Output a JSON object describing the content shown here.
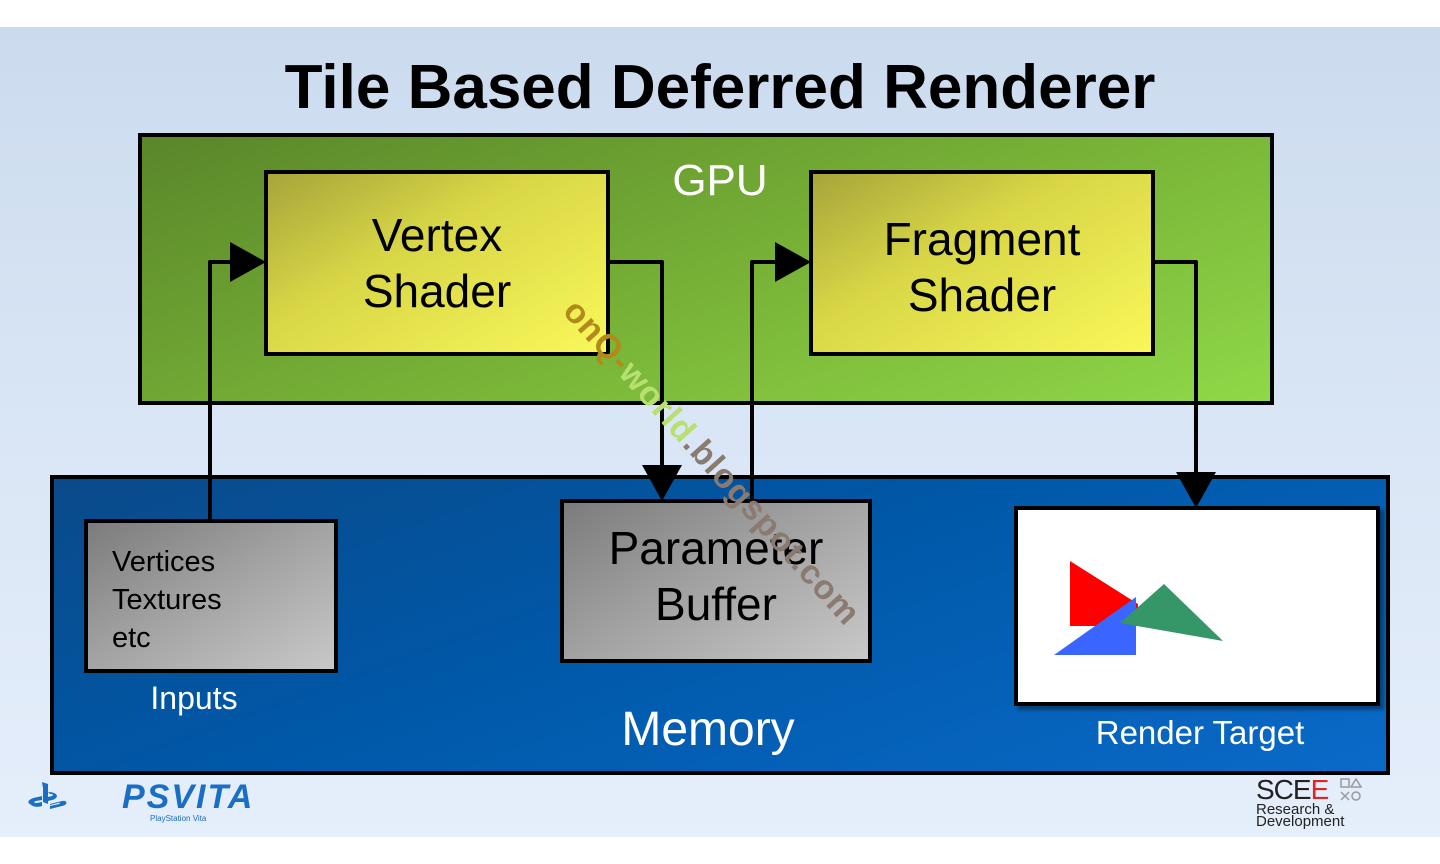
{
  "slide": {
    "title": "Tile Based Deferred Renderer",
    "gpu": {
      "label": "GPU",
      "vertex_shader": {
        "line1": "Vertex",
        "line2": "Shader"
      },
      "fragment_shader": {
        "line1": "Fragment",
        "line2": "Shader"
      }
    },
    "memory": {
      "label": "Memory",
      "inputs": {
        "lines": [
          "Vertices",
          "Textures",
          "etc"
        ],
        "label": "Inputs"
      },
      "parameter_buffer": {
        "line1": "Parameter",
        "line2": "Buffer"
      },
      "render_target": {
        "label": "Render Target",
        "triangles": [
          {
            "name": "red-triangle",
            "color": "#ff0000"
          },
          {
            "name": "blue-triangle",
            "color": "#3a66ff"
          },
          {
            "name": "green-triangle",
            "color": "#359667"
          }
        ]
      }
    },
    "flow": [
      {
        "from": "Inputs",
        "to": "Vertex Shader"
      },
      {
        "from": "Vertex Shader",
        "to": "Parameter Buffer"
      },
      {
        "from": "Parameter Buffer",
        "to": "Fragment Shader"
      },
      {
        "from": "Fragment Shader",
        "to": "Render Target"
      }
    ],
    "watermark": {
      "part1": "onQ-",
      "part2": "world",
      "part3": ".blogspot.com"
    },
    "footer": {
      "left_brand": "PSVITA",
      "left_brand_sub": "PlayStation Vita",
      "right_brand_a": "SCE",
      "right_brand_b": "E",
      "right_brand_line2": "Research &",
      "right_brand_line3": "Development"
    },
    "colors": {
      "gpu": "#76b036",
      "shader": "#d8d646",
      "memory": "#0058a8",
      "storage": "#a0a0a0",
      "background": "#d4e2f3"
    }
  }
}
